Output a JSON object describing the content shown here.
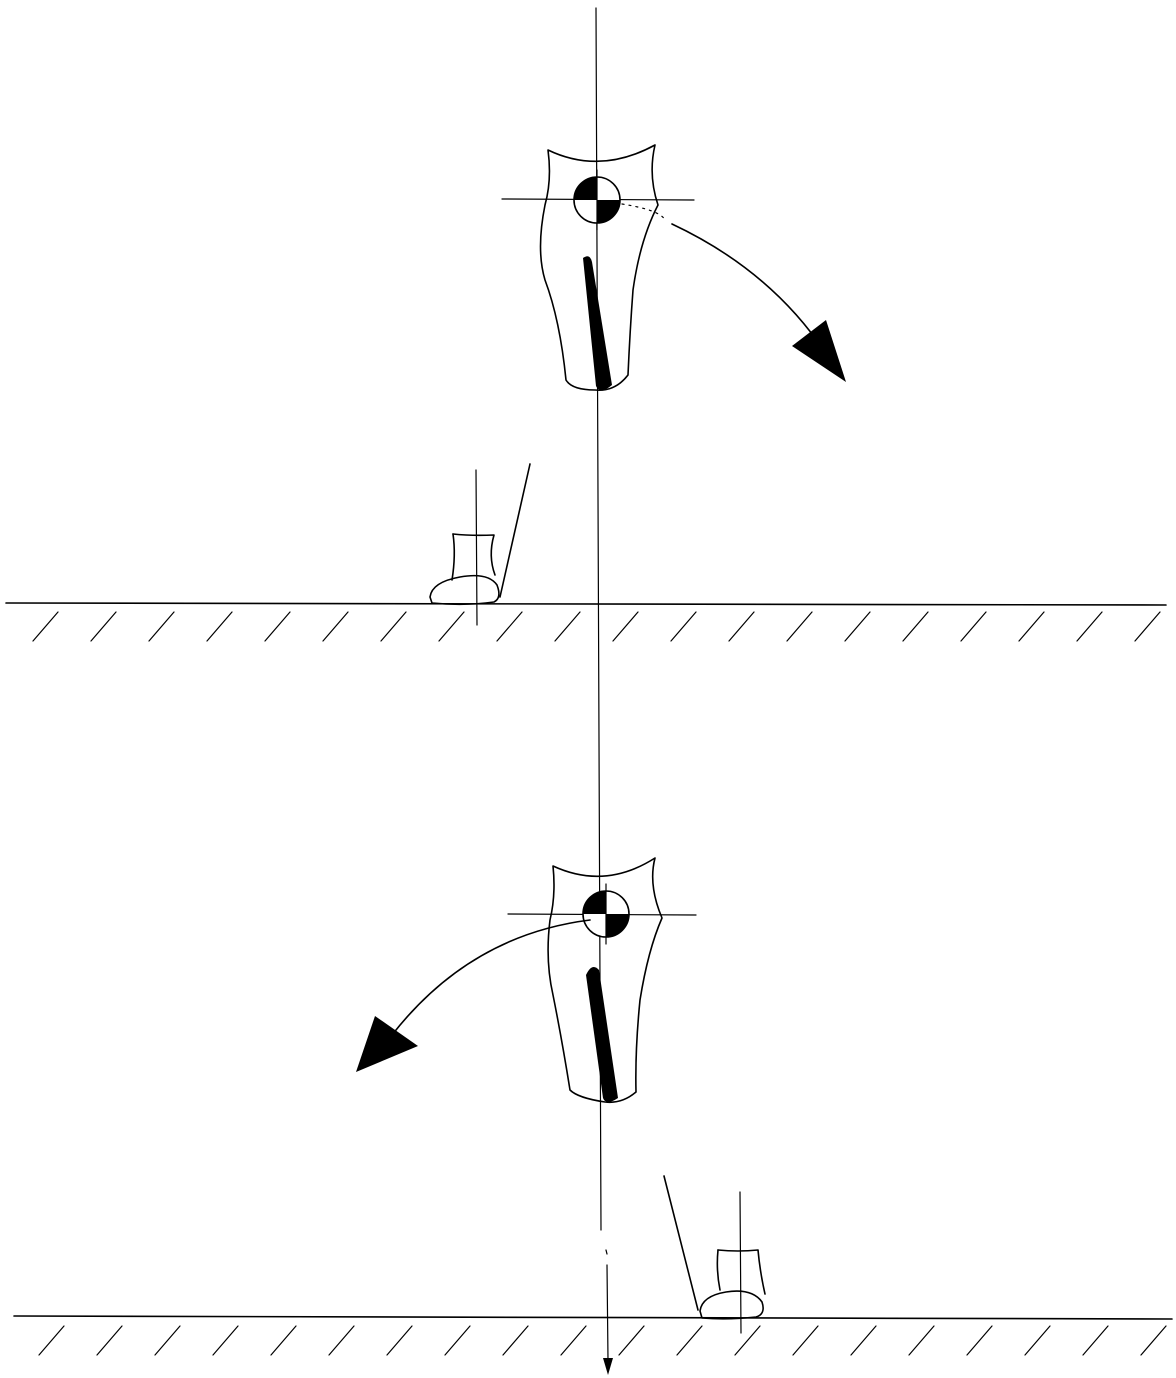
{
  "diagram": {
    "panels": [
      {
        "id": "top",
        "rotation_direction": "clockwise",
        "support_foot_side": "left"
      },
      {
        "id": "bottom",
        "rotation_direction": "counterclockwise",
        "support_foot_side": "right"
      }
    ],
    "icons": {
      "center_of_mass": "center-of-mass-icon",
      "rotation_arrow": "rotation-arrow-icon",
      "ground": "hatched-ground-icon",
      "foot": "foot-icon"
    },
    "colors": {
      "ink": "#000000",
      "paper": "#ffffff"
    }
  }
}
